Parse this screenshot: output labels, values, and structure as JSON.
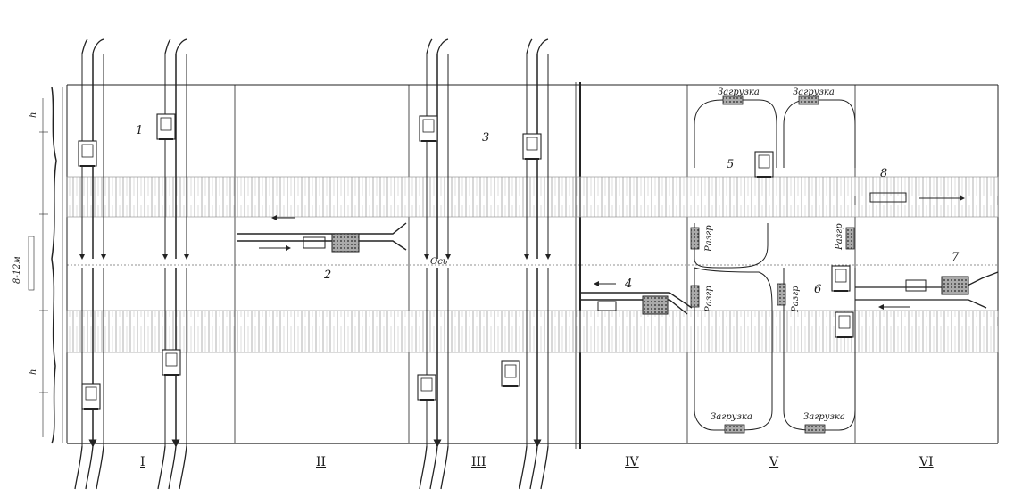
{
  "sections": [
    "I",
    "II",
    "III",
    "IV",
    "V",
    "VI"
  ],
  "position_numbers": [
    "1",
    "2",
    "3",
    "4",
    "5",
    "6",
    "7",
    "8"
  ],
  "operations": {
    "loading": "Загрузка",
    "unloading": "Разгр"
  },
  "dimensions": {
    "h_top": "h",
    "h_bottom": "h",
    "width_range": "8-12м",
    "h_lower": "h"
  },
  "axis_label": "Ось",
  "colors": {
    "ink": "#222222",
    "paper": "#ffffff",
    "hatch": "#bdbdbd"
  }
}
